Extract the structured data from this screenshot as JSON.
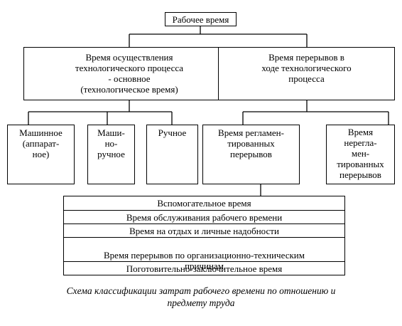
{
  "diagram": {
    "root": {
      "label": "Рабочее время"
    },
    "level2": [
      {
        "id": "process",
        "label": "Время осуществления\nтехнологического процесса\n- основное\n(технологическое время)"
      },
      {
        "id": "breaks",
        "label": "Время перерывов в\nходе технологического\nпроцесса"
      }
    ],
    "level3_process": [
      {
        "id": "machine",
        "label": "Машинное\n(аппарат-\nное)"
      },
      {
        "id": "machine-manual",
        "label": "Маши-\nно-\nручное"
      },
      {
        "id": "manual",
        "label": "Ручное"
      }
    ],
    "level3_breaks": [
      {
        "id": "regulated",
        "label": "Время регламен-\nтированных\nперерывов"
      },
      {
        "id": "unregulated",
        "label": "Время\nнерегла-\nмен-\nтированных\nперерывов"
      }
    ],
    "regulated_items": [
      "Вспомогательное время",
      "Время обслуживания рабочего времени",
      "Время на отдых и личные надобности",
      "Время перерывов по организационно-техническим\nпричинам",
      "Поготовительно-заключительное время"
    ]
  },
  "caption": "Схема классификации затрат рабочего времени по отношению и\nпредмету труда"
}
